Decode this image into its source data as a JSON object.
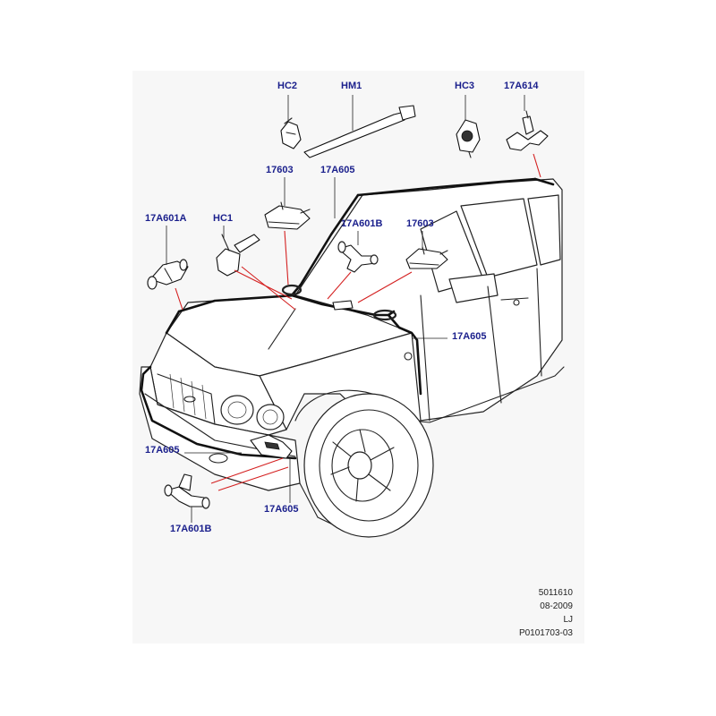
{
  "callouts": {
    "hc2": "HC2",
    "hm1": "HM1",
    "hc3": "HC3",
    "p17a614": "17A614",
    "p17603_left": "17603",
    "p17a605_top": "17A605",
    "p17a601a": "17A601A",
    "hc1": "HC1",
    "p17a601b_top": "17A601B",
    "p17603_right": "17603",
    "p17a605_right": "17A605",
    "p17a605_left": "17A605",
    "p17a605_bottom": "17A605",
    "p17a601b_bottom": "17A601B"
  },
  "reference": {
    "code": "5011610",
    "date": "08-2009",
    "initials": "LJ",
    "illustration_id": "P0101703-03"
  },
  "colors": {
    "callout_text": "#1a1f8c",
    "leader_red": "#d42020",
    "panel_bg": "#f7f7f7"
  }
}
